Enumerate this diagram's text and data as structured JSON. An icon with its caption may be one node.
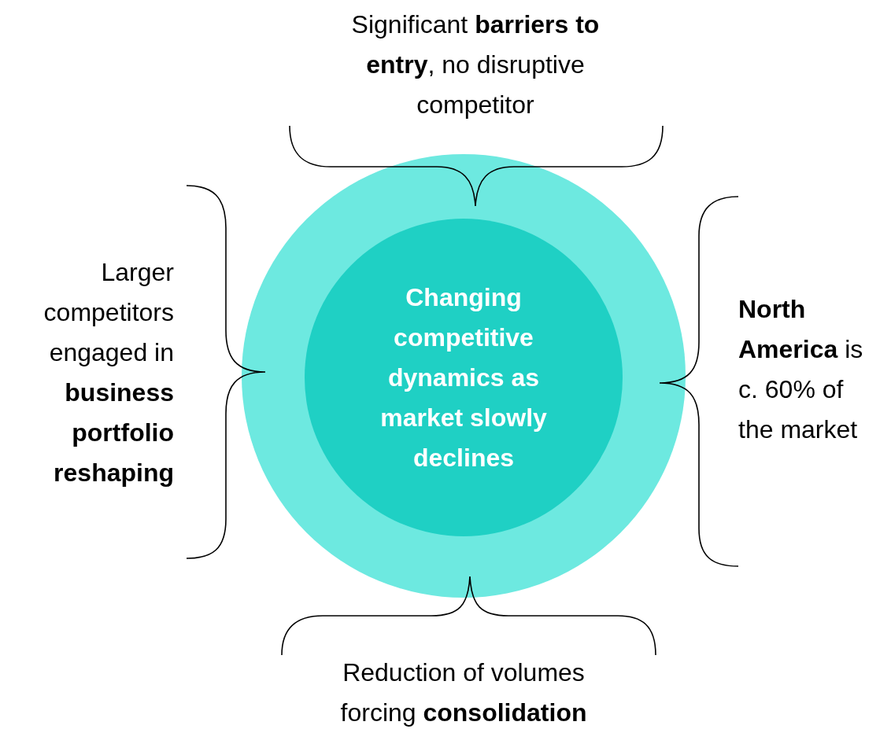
{
  "diagram": {
    "nodes": [
      {
        "text": [],
        "shape": "circle"
      },
      {
        "text": [
          "Changing competitive dynamics as market slowly declines"
        ],
        "in": 0
      }
    ],
    "labels": [
      "Significant **barriers to entry**, no disruptive competitor",
      "Larger competitors engaged in **business portfolio reshaping**",
      "**North America** is c. 60% of the market",
      "Reduction of volumes forcing **consolidation**"
    ]
  }
}
